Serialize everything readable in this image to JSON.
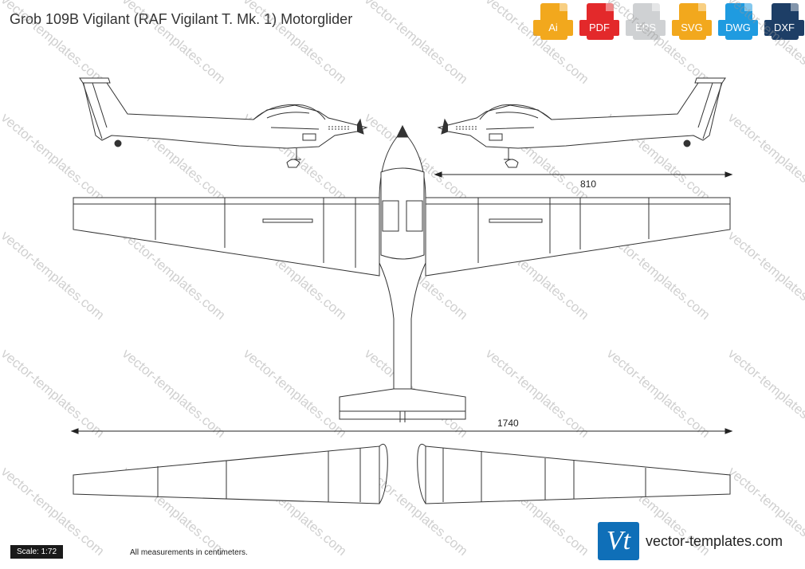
{
  "title": "Grob 109B Vigilant (RAF Vigilant T. Mk. 1) Motorglider",
  "formats": [
    {
      "label": "Ai",
      "color": "#f2a81d",
      "icon": "ai-file-icon"
    },
    {
      "label": "PDF",
      "color": "#e3292b",
      "icon": "pdf-file-icon"
    },
    {
      "label": "EPS",
      "color": "#cfd1d3",
      "icon": "eps-file-icon"
    },
    {
      "label": "SVG",
      "color": "#f2a81d",
      "icon": "svg-file-icon"
    },
    {
      "label": "DWG",
      "color": "#1f9be0",
      "icon": "dwg-file-icon"
    },
    {
      "label": "DXF",
      "color": "#1d3e66",
      "icon": "dxf-file-icon"
    }
  ],
  "dimensions": {
    "length": "810",
    "wingspan": "1740"
  },
  "scale": "Scale: 1:72",
  "note": "All measurements in centimeters.",
  "brand": {
    "logo": "Vt",
    "site": "vector-templates.com",
    "color": "#0f6fb8"
  },
  "watermark": "vector-templates.com"
}
